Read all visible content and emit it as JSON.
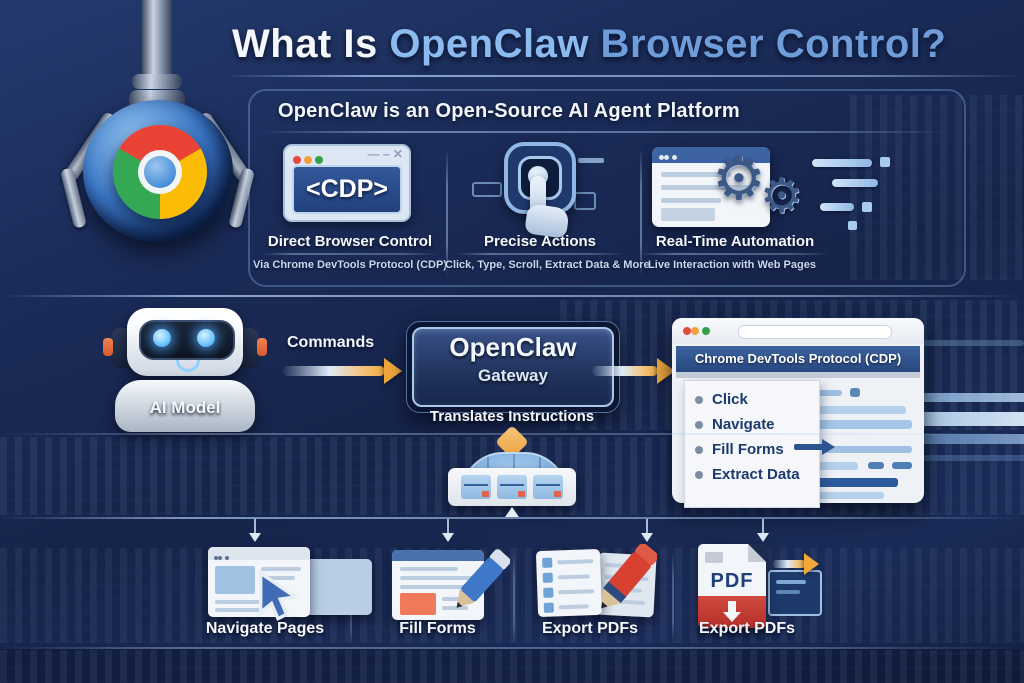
{
  "title": {
    "part1": "What Is ",
    "part2": "OpenClaw",
    "part3": " Browser Control?"
  },
  "subtitle": "OpenClaw is an Open-Source AI Agent Platform",
  "features": [
    {
      "icon": "cdp-browser-window-icon",
      "icon_text": "<CDP>",
      "heading": "Direct Browser Control",
      "caption": "Via Chrome DevTools Protocol (CDP)"
    },
    {
      "icon": "tap-click-icon",
      "heading": "Precise Actions",
      "caption": "Click, Type, Scroll, Extract Data & More"
    },
    {
      "icon": "webpage-gears-icon",
      "gear_glyph": "⚙",
      "heading": "Real-Time Automation",
      "caption": "Live Interaction with Web Pages"
    }
  ],
  "flow": {
    "ai_model_label": "AI Model",
    "commands_label": "Commands",
    "gateway_title": "OpenClaw",
    "gateway_subtitle": "Gateway",
    "gateway_caption": "Translates Instructions",
    "cdp_window_title": "Chrome DevTools Protocol (CDP)",
    "cdp_actions": [
      "Click",
      "Navigate",
      "Fill Forms",
      "Extract Data"
    ]
  },
  "bottom_row": [
    {
      "icon": "navigate-pages-icon",
      "label": "Navigate Pages"
    },
    {
      "icon": "fill-forms-icon",
      "label": "Fill Forms"
    },
    {
      "icon": "export-checklist-icon",
      "label": "Export PDFs"
    },
    {
      "icon": "pdf-file-icon",
      "pdf_text": "PDF",
      "label": "Export PDFs"
    }
  ],
  "colors": {
    "background": "#16244b",
    "title_blue": "#8cbbf0",
    "accent_orange": "#f0a83c",
    "pdf_red": "#c43a32",
    "cdp_bar_blue": "#27477f",
    "chrome_red": "#ea4335",
    "chrome_yellow": "#fbbc05",
    "chrome_green": "#34a853",
    "chrome_blue": "#4a90d9"
  }
}
